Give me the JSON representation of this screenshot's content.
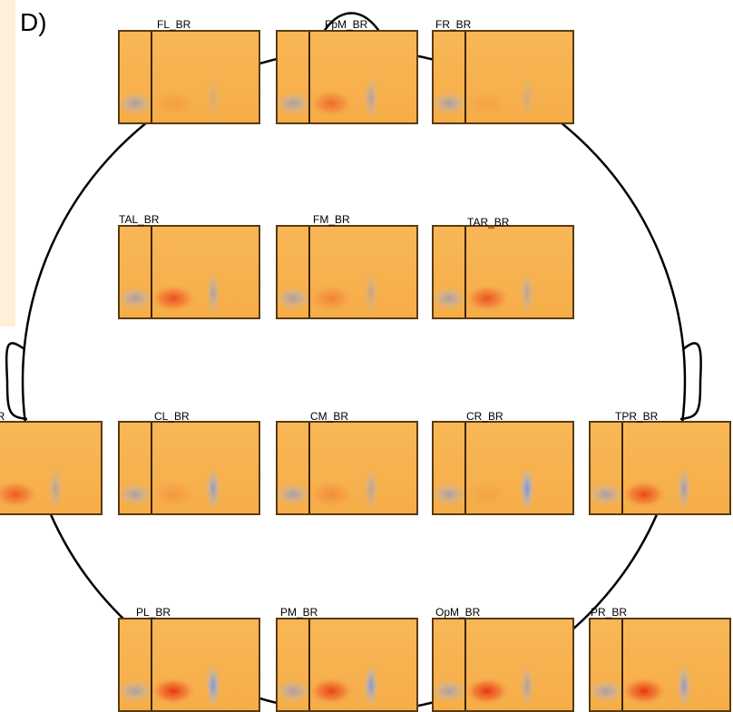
{
  "figure": {
    "label": "D)"
  },
  "colors": {
    "panel_base": "#f7b24f",
    "panel_border": "#5a3a10",
    "positive": "#e8421e",
    "negative": "#7fa3e6",
    "head_outline": "#000000"
  },
  "panels": [
    {
      "id": "FL_BR",
      "label": "FL_BR"
    },
    {
      "id": "FpM_BR",
      "label": "FpM_BR"
    },
    {
      "id": "FR_BR",
      "label": "FR_BR"
    },
    {
      "id": "TAL_BR",
      "label": "TAL_BR"
    },
    {
      "id": "FM_BR",
      "label": "FM_BR"
    },
    {
      "id": "TAR_BR",
      "label": "TAR_BR"
    },
    {
      "id": "TPL_BR",
      "label": "TPL_BR"
    },
    {
      "id": "CL_BR",
      "label": "CL_BR"
    },
    {
      "id": "CM_BR",
      "label": "CM_BR"
    },
    {
      "id": "CR_BR",
      "label": "CR_BR"
    },
    {
      "id": "TPR_BR",
      "label": "TPR_BR"
    },
    {
      "id": "PL_BR",
      "label": "PL_BR"
    },
    {
      "id": "PM_BR",
      "label": "PM_BR"
    },
    {
      "id": "OpM_BR",
      "label": "OpM_BR"
    },
    {
      "id": "PR_BR",
      "label": "PR_BR"
    }
  ]
}
